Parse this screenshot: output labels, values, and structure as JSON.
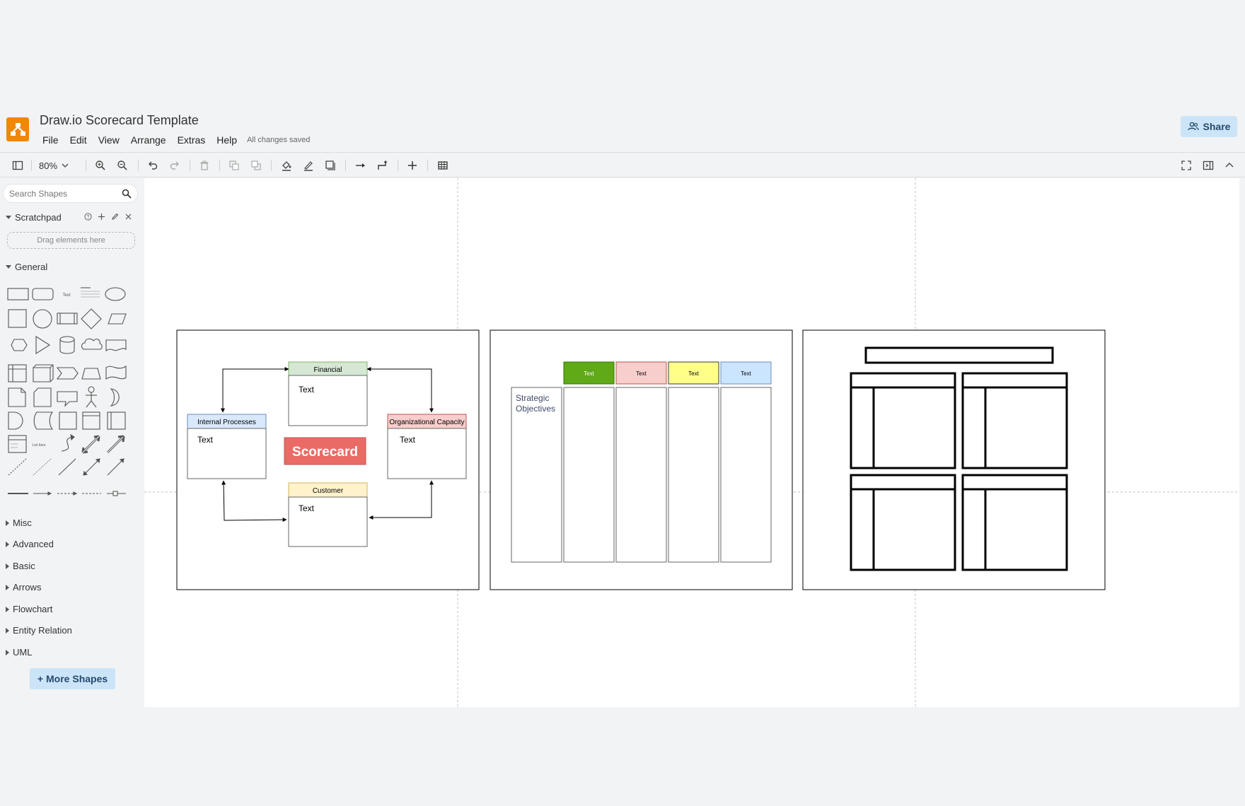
{
  "app": {
    "document_title": "Draw.io Scorecard Template",
    "save_status": "All changes saved",
    "share_label": "Share",
    "menu": [
      "File",
      "Edit",
      "View",
      "Arrange",
      "Extras",
      "Help"
    ]
  },
  "toolbar": {
    "zoom_level": "80%",
    "icons": [
      "format-panel-icon",
      "zoom-in-icon",
      "zoom-out-icon",
      "undo-icon",
      "redo-icon",
      "delete-icon",
      "to-front-icon",
      "to-back-icon",
      "fill-color-icon",
      "line-color-icon",
      "shadow-icon",
      "connection-icon",
      "waypoints-icon",
      "insert-icon",
      "table-icon",
      "fullscreen-icon",
      "format-toggle-icon",
      "collapse-icon"
    ]
  },
  "sidebar": {
    "search_placeholder": "Search Shapes",
    "scratchpad_label": "Scratchpad",
    "drop_hint": "Drag elements here",
    "general_label": "General",
    "collapsed_sections": [
      "Misc",
      "Advanced",
      "Basic",
      "Arrows",
      "Flowchart",
      "Entity Relation",
      "UML"
    ],
    "more_shapes_label": "More Shapes"
  },
  "diagram": {
    "page1": {
      "financial": "Financial",
      "internal": "Internal Processes",
      "org": "Organizational Capacity",
      "customer": "Customer",
      "center": "Scorecard",
      "body_text": "Text",
      "colors": {
        "financial": "#d5e8d4",
        "internal": "#dae8fc",
        "org": "#f8cecc",
        "customer": "#fff2cc",
        "center": "#ea6b66"
      }
    },
    "page2": {
      "headers": [
        "Text",
        "Text",
        "Text",
        "Text"
      ],
      "header_colors": [
        "#60a917",
        "#f8cecc",
        "#ffff88",
        "#cce5ff"
      ],
      "row_label": "Strategic Objectives"
    }
  }
}
